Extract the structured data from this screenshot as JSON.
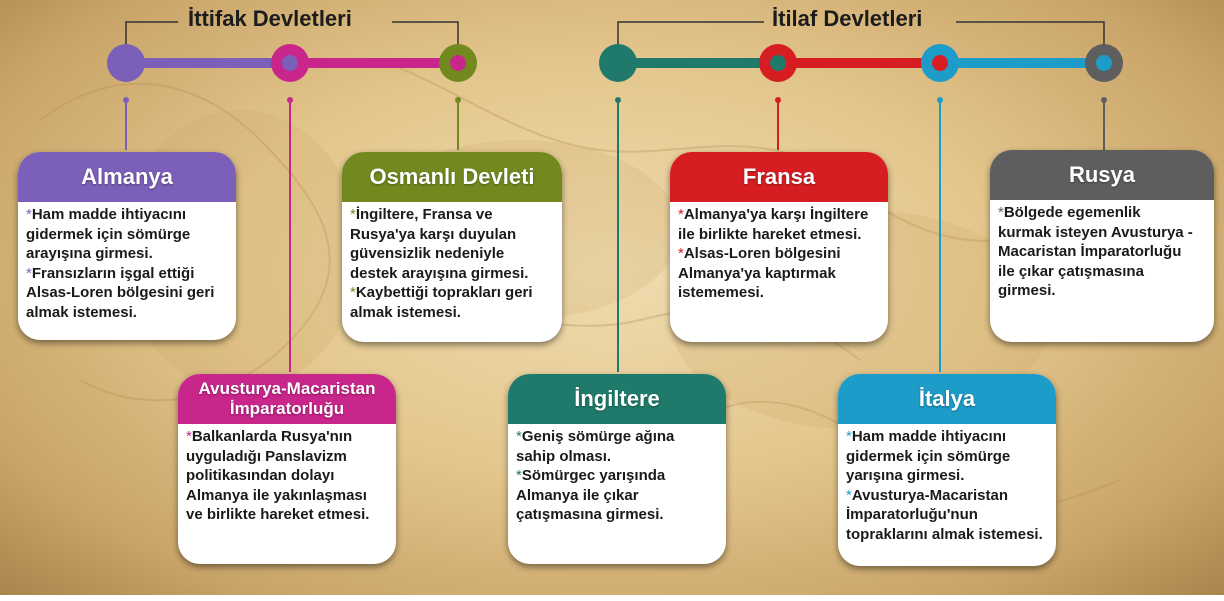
{
  "groups": {
    "left_title": "İttifak Devletleri",
    "right_title": "İtilaf Devletleri"
  },
  "colors": {
    "almanya": "#7b5fb8",
    "avusturya": "#c9268c",
    "osmanli": "#72891f",
    "ingiltere": "#1f7a6c",
    "fransa": "#d61e22",
    "italya": "#1d9cc9",
    "rusya": "#5e5e5e"
  },
  "cards": {
    "almanya": {
      "title": "Almanya",
      "items": [
        "Ham madde ihtiyacını\ngidermek için sömürge\narayışına girmesi.",
        "Fransızların işgal ettiği\nAlsas-Loren bölgesini geri\nalmak istemesi."
      ]
    },
    "avusturya": {
      "title": "Avusturya-Macaristan İmparatorluğu",
      "items": [
        "Balkanlarda Rusya'nın\nuyguladığı Panslavizm\npolitikasından dolayı\nAlmanya ile yakınlaşması\nve birlikte hareket etmesi."
      ]
    },
    "osmanli": {
      "title": "Osmanlı Devleti",
      "items": [
        "İngiltere, Fransa ve\nRusya'ya karşı duyulan\ngüvensizlik nedeniyle\ndestek arayışına girmesi.",
        "Kaybettiği toprakları geri\nalmak istemesi."
      ]
    },
    "ingiltere": {
      "title": "İngiltere",
      "items": [
        "Geniş sömürge ağına\nsahip olması.",
        "Sömürgec yarışında\nAlmanya ile çıkar\nçatışmasına girmesi."
      ]
    },
    "fransa": {
      "title": "Fransa",
      "items": [
        "Almanya'ya karşı İngiltere\nile birlikte hareket etmesi.",
        "Alsas-Loren bölgesini\nAlmanya'ya kaptırmak\nistememesi."
      ]
    },
    "italya": {
      "title": "İtalya",
      "items": [
        "Ham madde ihtiyacını\ngidermek için sömürge\nyarışına girmesi.",
        "Avusturya-Macaristan\nİmparatorluğu'nun\ntopraklarını almak istemesi."
      ]
    },
    "rusya": {
      "title": "Rusya",
      "items": [
        "Bölgede egemenlik\nkurmak isteyen Avusturya -\nMacaristan İmparatorluğu\nile çıkar çatışmasına\ngirmesi."
      ]
    }
  },
  "bullet": "*"
}
